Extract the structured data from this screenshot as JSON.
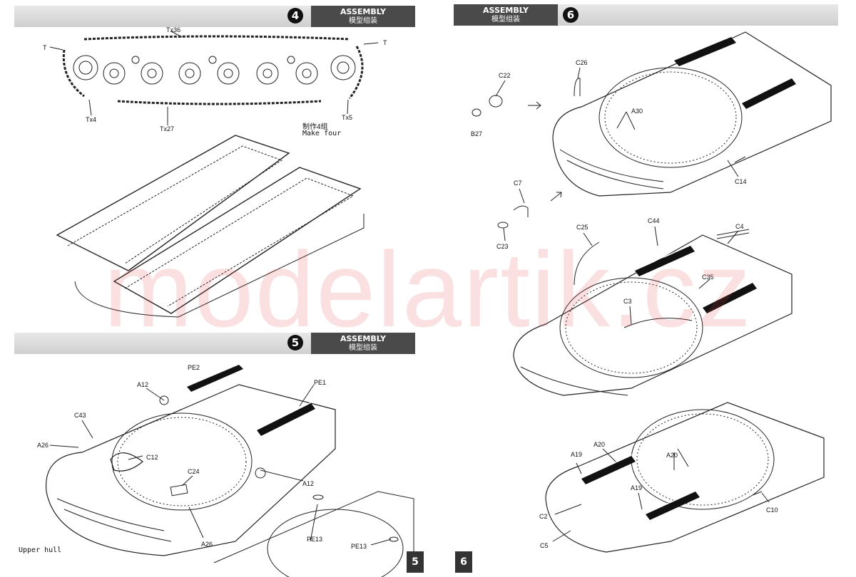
{
  "step4": {
    "number": "4",
    "header_en": "ASSEMBLY",
    "header_cn": "模型组装",
    "labels": {
      "tx36": "Tx36",
      "t_left": "T",
      "t_right": "T",
      "tx4": "Tx4",
      "tx27": "Tx27",
      "tx5": "Tx5",
      "note_cn": "制作4组",
      "note_en": "Make four"
    }
  },
  "step5": {
    "number": "5",
    "header_en": "ASSEMBLY",
    "header_cn": "模型组装",
    "labels": {
      "pe2": "PE2",
      "a12_top": "A12",
      "pe1": "PE1",
      "c43": "C43",
      "a26_left": "A26",
      "c12": "C12",
      "c24": "C24",
      "a12_right": "A12",
      "a26_bottom": "A26",
      "pe13_a": "PE13",
      "pe13_b": "PE13",
      "upper_hull": "Upper hull"
    }
  },
  "step6": {
    "number": "6",
    "header_en": "ASSEMBLY",
    "header_cn": "模型组装",
    "labels": {
      "c22": "C22",
      "c26": "C26",
      "a30": "A30",
      "b27": "B27",
      "c14": "C14",
      "c7": "C7",
      "c23": "C23",
      "c25": "C25",
      "c44": "C44",
      "c4": "C4",
      "c35": "C35",
      "c3": "C3",
      "a20_a": "A20",
      "a19_a": "A19",
      "a20_b": "A20",
      "a19_b": "A19",
      "c2": "C2",
      "c10": "C10",
      "c5": "C5"
    }
  },
  "page_numbers": {
    "left": "5",
    "right": "6"
  },
  "watermark": "modelartik.cz",
  "colors": {
    "header_dark": "#4a4a4a",
    "band_light": "#d8d8d8",
    "watermark": "#e63c46"
  }
}
